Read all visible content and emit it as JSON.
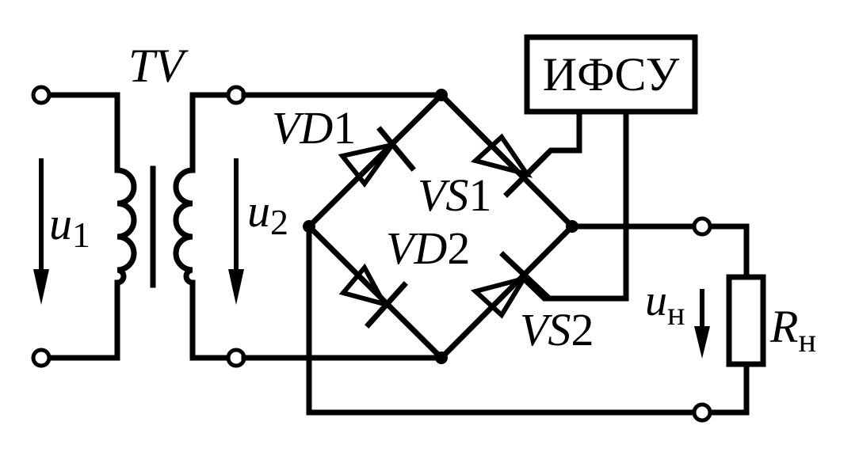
{
  "labels": {
    "transformer": "TV",
    "u1_sym": "u",
    "u1_sub": "1",
    "u2_sym": "u",
    "u2_sub": "2",
    "vd1_sym": "VD",
    "vd1_num": "1",
    "vd2_sym": "VD",
    "vd2_num": "2",
    "vs1_sym": "VS",
    "vs1_num": "1",
    "vs2_sym": "VS",
    "vs2_num": "2",
    "control_block": "ИФСУ",
    "un_sym": "u",
    "un_sub": "н",
    "rn_sym": "R",
    "rn_sub": "н"
  }
}
